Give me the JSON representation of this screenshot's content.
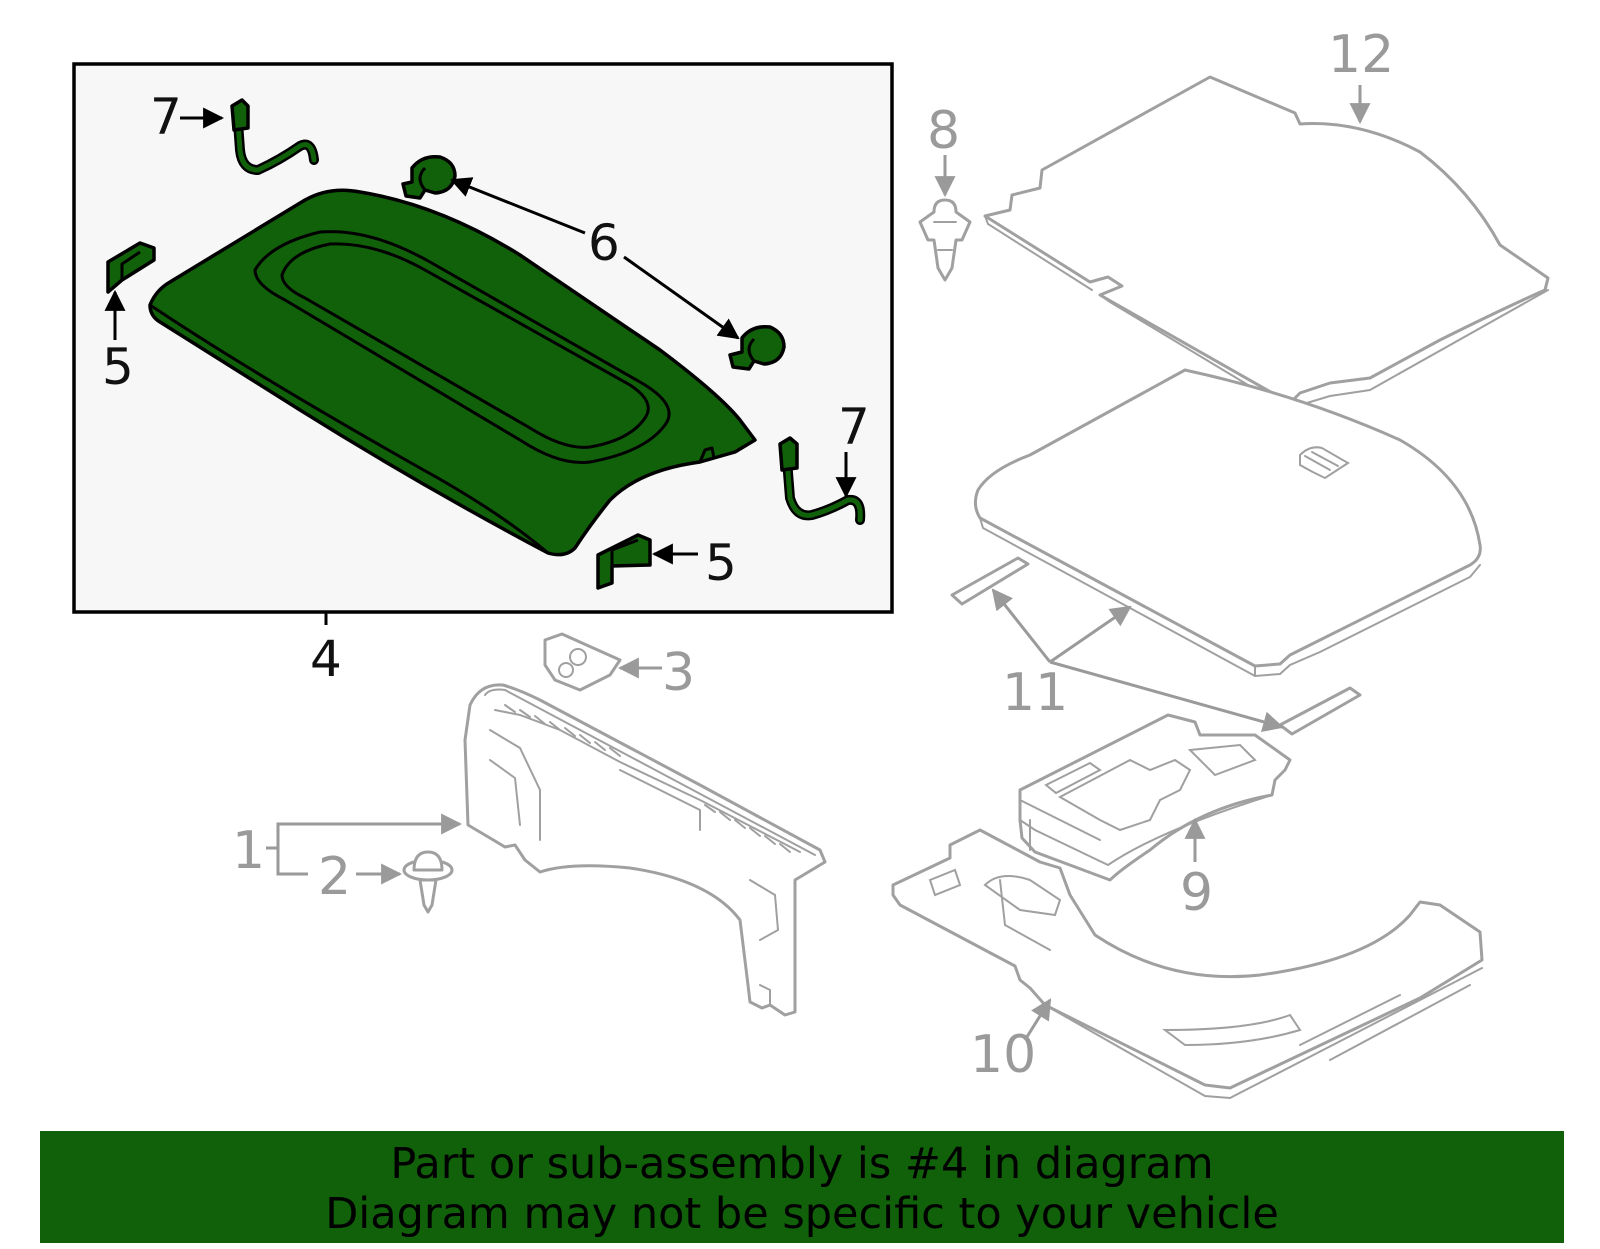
{
  "callouts": {
    "c1": "1",
    "c2": "2",
    "c3": "3",
    "c4": "4",
    "c5a": "5",
    "c5b": "5",
    "c6": "6",
    "c7a": "7",
    "c7b": "7",
    "c8": "8",
    "c9": "9",
    "c10": "10",
    "c11": "11",
    "c12": "12"
  },
  "highlighted_part": "4",
  "colors": {
    "highlight": "#11600a",
    "banner": "#11600a",
    "other_parts": "#a0a0a0"
  },
  "banner": {
    "line1": "Part or sub-assembly is #4 in diagram",
    "line2": "Diagram may not be specific to your vehicle"
  }
}
